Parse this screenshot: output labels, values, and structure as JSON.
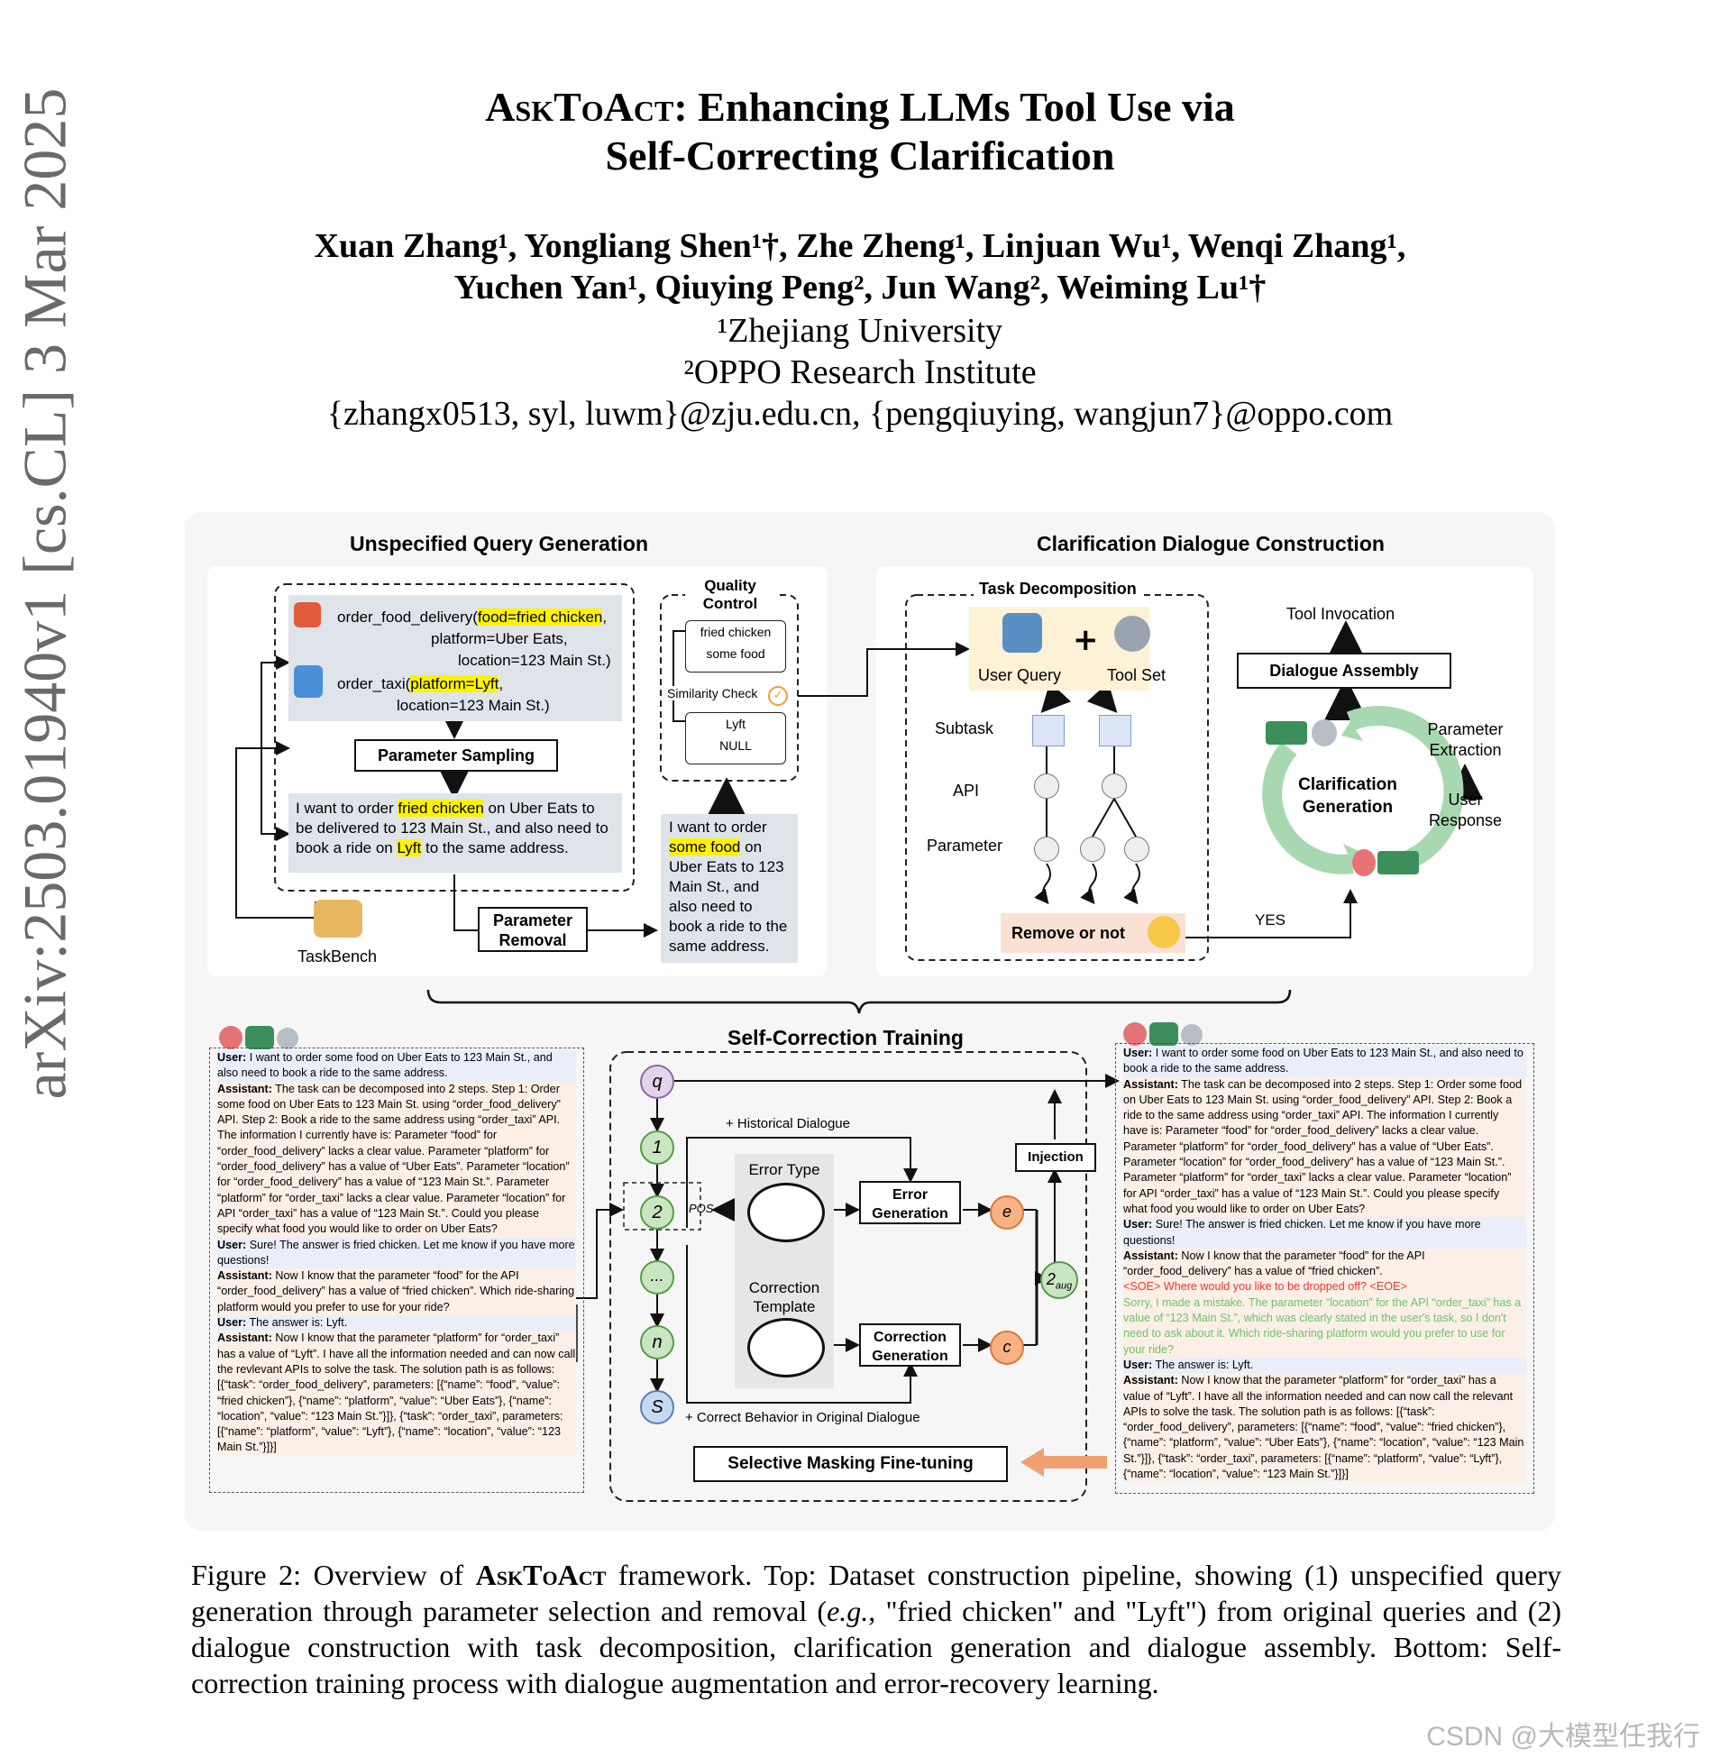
{
  "paper": {
    "title_sc": "AskToAct",
    "title_rest": ": Enhancing LLMs Tool Use via",
    "title_line2": "Self-Correcting Clarification",
    "authors_line1": "Xuan Zhang¹, Yongliang Shen¹†, Zhe Zheng¹, Linjuan Wu¹, Wenqi Zhang¹,",
    "authors_line2": "Yuchen Yan¹, Qiuying Peng², Jun Wang², Weiming Lu¹†",
    "affil1": "¹Zhejiang University",
    "affil2": "²OPPO Research Institute",
    "emails": "{zhangx0513, syl, luwm}@zju.edu.cn, {pengqiuying, wangjun7}@oppo.com",
    "arxiv_id": "arXiv:2503.01940v1  [cs.CL]  3 Mar 2025"
  },
  "figure": {
    "unspecified": {
      "title": "Unspecified Query Generation",
      "api1": [
        "order_food_delivery(",
        "food=fried chicken",
        ","
      ],
      "api1_l2": "platform=Uber Eats,",
      "api1_l3": "location=123 Main St.)",
      "api2": [
        "order_taxi(",
        "platform=Lyft",
        ","
      ],
      "api2_l2": "location=123 Main St.)",
      "param_sampling": "Parameter Sampling",
      "query": [
        "I want to order ",
        "fried chicken",
        " on Uber Eats to be delivered to 123 Main St., and also need to book a ride on ",
        "Lyft",
        " to the same address."
      ],
      "param_removal_l1": "Parameter",
      "param_removal_l2": "Removal",
      "taskbench": "TaskBench",
      "quality_l1": "Quality",
      "quality_l2": "Control",
      "qc1_a": "fried chicken",
      "qc1_b": "some food",
      "similarity": "Similarity Check",
      "qc2_a": "Lyft",
      "qc2_b": "NULL",
      "uquery": [
        "I want to order ",
        "some food",
        " on Uber Eats to 123 Main St., and also need to book a ride to the same address."
      ]
    },
    "clarification": {
      "title": "Clarification Dialogue Construction",
      "task_decomp": "Task Decomposition",
      "user_query": "User Query",
      "tool_set": "Tool Set",
      "subtask": "Subtask",
      "api": "API",
      "parameter": "Parameter",
      "remove": "Remove or not",
      "yes": "YES",
      "tool_invocation": "Tool Invocation",
      "dialogue_assembly": "Dialogue Assembly",
      "clar_gen_l1": "Clarification",
      "clar_gen_l2": "Generation",
      "param_extract_l1": "Parameter",
      "param_extract_l2": "Extraction",
      "user_resp_l1": "User",
      "user_resp_l2": "Response"
    },
    "selfcorr": {
      "title": "Self-Correction Training",
      "hist": "+ Historical Dialogue",
      "error_type": "Error Type",
      "correction_template_l1": "Correction",
      "correction_template_l2": "Template",
      "error_gen_l1": "Error",
      "error_gen_l2": "Generation",
      "corr_gen_l1": "Correction",
      "corr_gen_l2": "Generation",
      "injection": "Injection",
      "pos": "POS",
      "correct_behavior": "+ Correct Behavior in Original Dialogue",
      "smft": "Selective Masking Fine-tuning",
      "nodes": [
        "q",
        "1",
        "2",
        "...",
        "n",
        "S"
      ],
      "e": "e",
      "c": "c",
      "aug": "2",
      "aug_sub": "aug"
    },
    "left_dialogue": [
      {
        "role": "User:",
        "cls": "u",
        "text": " I want to order some food on Uber Eats to 123 Main St., and also need to book a ride to the same address."
      },
      {
        "role": "Assistant:",
        "cls": "a",
        "text": " The task can be decomposed into 2 steps. Step 1: Order some food on Uber Eats to 123 Main St. using “order_food_delivery” API. Step 2: Book a ride to the same address using “order_taxi” API. The information I currently have is: Parameter “food” for “order_food_delivery” lacks a clear value. Parameter “platform” for “order_food_delivery” has a value of “Uber Eats”. Parameter “location” for “order_food_delivery” has a value of “123 Main St.”. Parameter “platform” for “order_taxi” lacks a clear value. Parameter “location” for API “order_taxi” has a value of “123 Main St.”. Could you please specify what food you would like to order on Uber Eats?"
      },
      {
        "role": "User:",
        "cls": "u",
        "text": " Sure! The answer is fried chicken. Let me know if you have more questions!"
      },
      {
        "role": "Assistant:",
        "cls": "a",
        "text": " Now I know that the parameter “food” for the API “order_food_delivery” has a value of “fried chicken”. Which ride-sharing platform would you prefer to use for your ride?"
      },
      {
        "role": "User:",
        "cls": "u",
        "text": " The answer is: Lyft."
      },
      {
        "role": "Assistant:",
        "cls": "a",
        "text": " Now I know that the parameter “platform” for “order_taxi” has a value of “Lyft”. I have all the information needed and can now call the revlevant APIs to solve the task. The solution path is as follows: [{“task”: “order_food_delivery”, parameters: [{“name”: “food”, “value”: “fried chicken”}, {“name”: “platform”, “value”: “Uber Eats”}, {“name”: “location”, “value”: “123 Main St.”}]}, {“task”: “order_taxi”, parameters: [{“name”: “platform”, “value”: “Lyft”}, {“name”: “location”, “value”: “123 Main St.”}]}]"
      }
    ],
    "right_dialogue": [
      {
        "role": "User:",
        "cls": "u",
        "text": " I want to order some food on Uber Eats to 123 Main St., and also need to book a ride to the same address."
      },
      {
        "role": "Assistant:",
        "cls": "a",
        "text": " The task can be decomposed into 2 steps. Step 1: Order some food on Uber Eats to 123 Main St. using “order_food_delivery” API. Step 2: Book a ride to the same address using “order_taxi” API. The information I currently have is: Parameter “food” for “order_food_delivery” lacks a clear value. Parameter “platform” for “order_food_delivery” has a value of “Uber Eats”. Parameter “location” for “order_food_delivery” has a value of “123 Main St.”. Parameter “platform” for “order_taxi” lacks a clear value. Parameter “location” for API “order_taxi” has a value of “123 Main St.”. Could you please specify what food you would like to order on Uber Eats?"
      },
      {
        "role": "User:",
        "cls": "u",
        "text": " Sure! The answer is fried chicken. Let me know if you have more questions!"
      },
      {
        "role": "Assistant:",
        "cls": "a",
        "text": " Now I know that the parameter “food” for the API “order_food_delivery” has a value of “fried chicken”."
      }
    ],
    "right_error": "<SOE> Where would you like to be dropped off? <EOE>",
    "right_fix": "Sorry, I made a mistake. The parameter “location” for the API “order_taxi” has a value of “123 Main St.”, which was clearly stated in the user's task, so I don't need to ask about it. Which ride-sharing platform would you prefer to use for your ride?",
    "right_dialogue2": [
      {
        "role": "User:",
        "cls": "u",
        "text": " The answer is: Lyft."
      },
      {
        "role": "Assistant:",
        "cls": "a",
        "text": " Now I know that the parameter “platform” for “order_taxi” has a value of “Lyft”. I have all the information needed and can now call the relevant APIs to solve the task. The solution path is as follows: [{“task”: “order_food_delivery”, parameters: [{“name”: “food”, “value”: “fried chicken”}, {“name”: “platform”, “value”: “Uber Eats”}, {“name”: “location”, “value”: “123 Main St.”}]}, {“task”: “order_taxi”, parameters: [{“name”: “platform”, “value”: “Lyft”}, {“name”: “location”, “value”: “123 Main St.”}]}]"
      }
    ]
  },
  "caption": {
    "prefix": "Figure 2: Overview of ",
    "sc": "AskToAct",
    "rest": " framework. Top: Dataset construction pipeline, showing (1) unspecified query generation through parameter selection and removal (",
    "eg": "e.g.",
    "rest2": ", \"fried chicken\" and \"Lyft\") from original queries and (2) dialogue construction with task decomposition, clarification generation and dialogue assembly. Bottom: Self-correction training process with dialogue augmentation and error-recovery learning."
  },
  "watermark": "CSDN @大模型任我行",
  "colors": {
    "highlight": "#fff200",
    "grey_box": "#dfe3ea",
    "node_green": "#c8e6c0",
    "node_orange": "#f7b183",
    "node_purple": "#e3d3ec",
    "node_blue": "#c6d9f1",
    "cycle_green": "#a8d8b0",
    "arrow_orange": "#f0a070"
  }
}
